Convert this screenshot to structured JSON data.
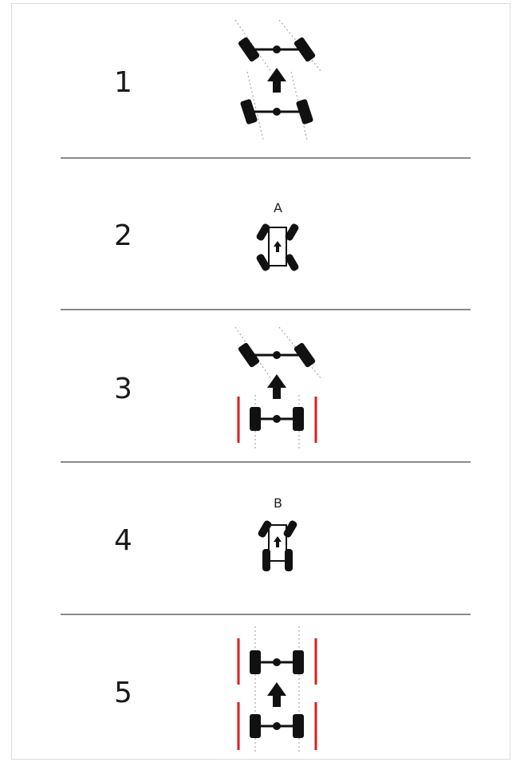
{
  "rows": [
    {
      "number": "1",
      "mode": "four-wheel-steer-crab"
    },
    {
      "number": "2",
      "mode": "four-wheel-steer",
      "letter": "A"
    },
    {
      "number": "3",
      "mode": "front-wheel-steer"
    },
    {
      "number": "4",
      "mode": "front-wheel-steer",
      "letter": "B"
    },
    {
      "number": "5",
      "mode": "straight"
    }
  ],
  "colors": {
    "line": "#8a8a8a",
    "tire": "#1a1a1a",
    "track_limit": "#d92020"
  }
}
